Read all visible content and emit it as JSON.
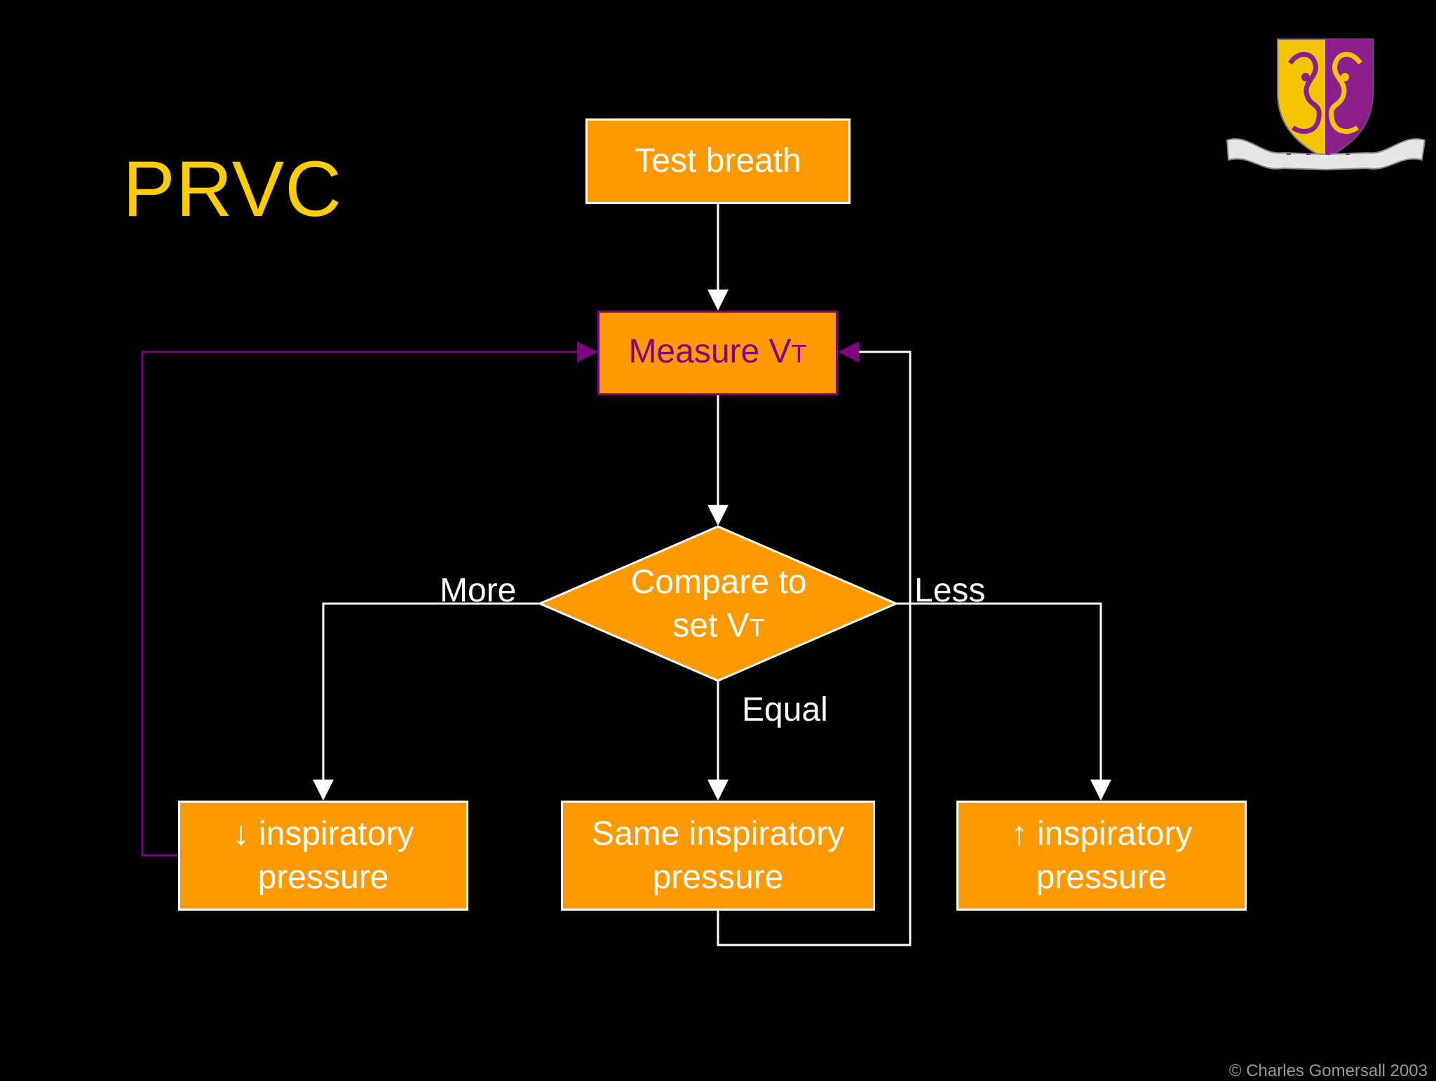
{
  "slide": {
    "title": "PRVC",
    "copyright": "© Charles Gomersall 2003"
  },
  "flowchart": {
    "test_breath": "Test breath",
    "measure": {
      "text": "Measure V",
      "subscript": "T"
    },
    "compare": {
      "line1": "Compare",
      "line2": "to set V",
      "subscript": "T"
    },
    "decrease": {
      "line1": "↓ inspiratory",
      "line2": "pressure"
    },
    "same": {
      "line1": "Same inspiratory",
      "line2": "pressure"
    },
    "increase": {
      "line1": "↑ inspiratory",
      "line2": "pressure"
    },
    "branch_more": "More",
    "branch_less": "Less",
    "branch_equal": "Equal"
  },
  "colors": {
    "background": "#000000",
    "title": "#FFCC00",
    "box_fill": "#FF9900",
    "box_border": "#FFFFFF",
    "measure_accent": "#800080",
    "connector": "#FFFFFF",
    "feedback_connector": "#800080"
  },
  "logo": {
    "name": "university-crest",
    "colors": [
      "#F2C500",
      "#8B1E8B",
      "#E6E6E6"
    ]
  }
}
